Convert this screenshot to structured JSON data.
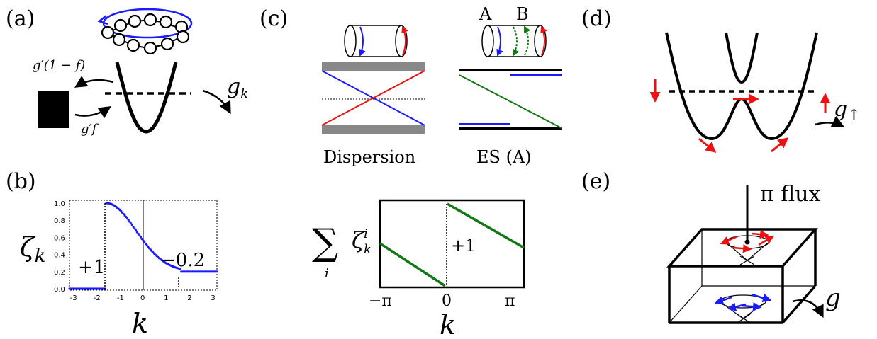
{
  "colors": {
    "blue": "#1a1aff",
    "red": "#ee1111",
    "green": "#117711",
    "gray": "#888888",
    "black": "#000000"
  },
  "panel_a": {
    "label": "(a)",
    "left_out": "g′(1 − f)",
    "left_in": "g′f",
    "right_out": "g",
    "right_out_sub": "k"
  },
  "panel_b": {
    "label": "(b)",
    "ylabel": "ζ",
    "ylabel_sub": "k",
    "xlabel": "k",
    "annot_left": "+1",
    "annot_right": "−0.2",
    "x_ticks": [
      "-3",
      "-2",
      "-1",
      "0",
      "1",
      "2",
      "3"
    ],
    "y_ticks": [
      "0.0",
      "0.2",
      "0.4",
      "0.6",
      "0.8",
      "1.0"
    ]
  },
  "panel_c": {
    "label": "(c)",
    "caption_left": "Dispersion",
    "caption_right": "ES (A)",
    "label_A": "A",
    "label_B": "B",
    "sum_symbol": "∑",
    "sum_index": "i",
    "zeta": "ζ",
    "zeta_sup": "i",
    "zeta_sub": "k",
    "annot": "+1",
    "xlabel": "k",
    "x_ticks": [
      "−π",
      "0",
      "π"
    ]
  },
  "panel_d": {
    "label": "(d)",
    "out": "g",
    "out_sub": "↑"
  },
  "panel_e": {
    "label": "(e)",
    "flux": "π flux",
    "out": "g"
  },
  "chart_data": {
    "type": "scatter",
    "xlabel": "k",
    "ylabel": "ζ_k",
    "xlim": [
      -3.14,
      3.14
    ],
    "ylim": [
      0,
      1.05
    ],
    "segments": [
      {
        "x_range": [
          -3.14,
          -1.57
        ],
        "values_y": 0.0
      },
      {
        "x_range": [
          -1.57,
          1.57
        ],
        "values_y_start": 1.0,
        "values_y_end": 0.2
      },
      {
        "x_range": [
          1.57,
          3.14
        ],
        "values_y": 0.2
      }
    ],
    "annotations": [
      "+1",
      "−0.2"
    ]
  }
}
